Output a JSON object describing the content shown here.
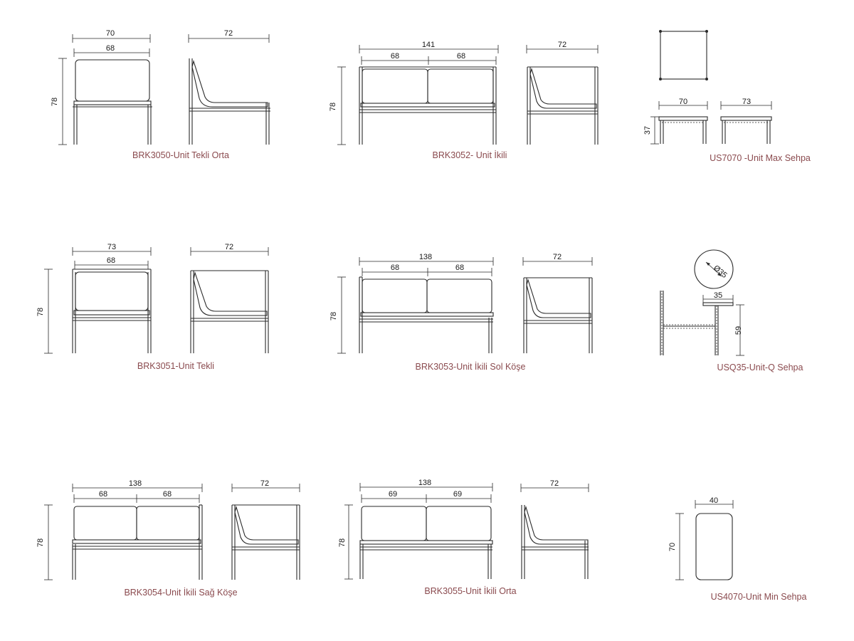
{
  "colors": {
    "line": "#2a2a2a",
    "caption": "#8a4a4e"
  },
  "products": [
    {
      "caption": "BRK3050-Unit Tekli Orta",
      "width_total": "70",
      "width_inner": "68",
      "height": "78",
      "depth": "72"
    },
    {
      "caption": "BRK3052- Unit İkili",
      "width_total": "141",
      "width_seat_1": "68",
      "width_seat_2": "68",
      "height": "78",
      "depth": "72"
    },
    {
      "caption": "US7070 -Unit Max Sehpa",
      "width": "70",
      "depth": "73",
      "height": "37"
    },
    {
      "caption": "BRK3051-Unit Tekli",
      "width_total": "73",
      "width_inner": "68",
      "height": "78",
      "depth": "72"
    },
    {
      "caption": "BRK3053-Unit İkili Sol Köşe",
      "width_total": "138",
      "width_seat_1": "68",
      "width_seat_2": "68",
      "height": "78",
      "depth": "72"
    },
    {
      "caption": "USQ35-Unit-Q Sehpa",
      "diameter": "Ø35",
      "width": "35",
      "height": "59"
    },
    {
      "caption": "BRK3054-Unit İkili Sağ Köşe",
      "width_total": "138",
      "width_seat_1": "68",
      "width_seat_2": "68",
      "height": "78",
      "depth": "72"
    },
    {
      "caption": "BRK3055-Unit İkili Orta",
      "width_total": "138",
      "width_seat_1": "69",
      "width_seat_2": "69",
      "height": "78",
      "depth": "72"
    },
    {
      "caption": "US4070-Unit Min Sehpa",
      "width": "40",
      "height": "70"
    }
  ]
}
